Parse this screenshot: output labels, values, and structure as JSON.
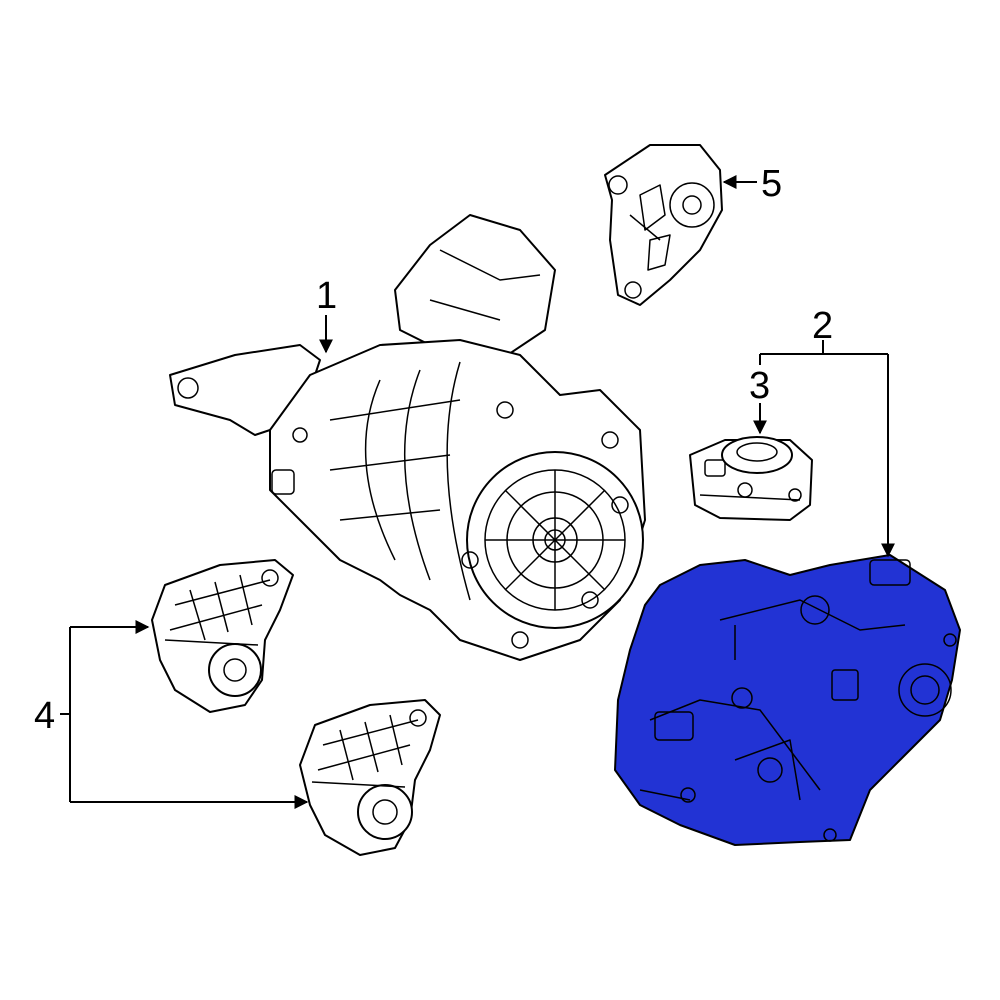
{
  "callouts": {
    "c1": "1",
    "c2": "2",
    "c3": "3",
    "c4": "4",
    "c5": "5"
  },
  "colors": {
    "highlight": "#2233d4",
    "line": "#000000",
    "background": "#ffffff"
  }
}
